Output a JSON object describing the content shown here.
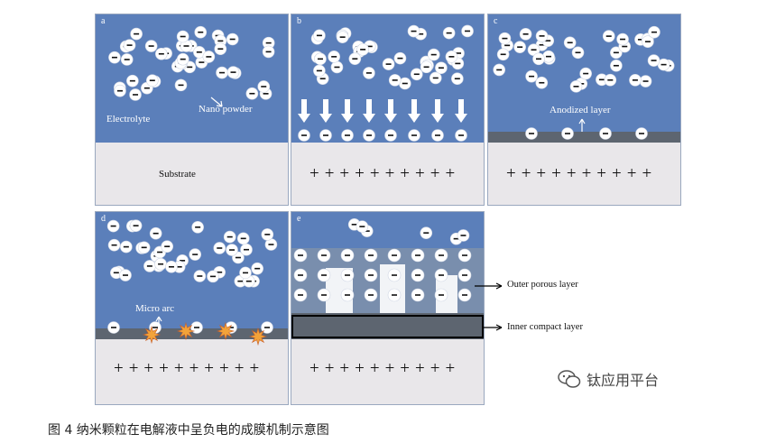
{
  "panels": {
    "a": {
      "label": "a",
      "electrolyte": "Electrolyte",
      "nano_powder": "Nano powder",
      "substrate": "Substrate"
    },
    "b": {
      "label": "b",
      "charges": "++++++++++"
    },
    "c": {
      "label": "c",
      "anodized_layer": "Anodized layer",
      "charges": "++++++++++"
    },
    "d": {
      "label": "d",
      "micro_arc": "Micro arc",
      "charges": "++++++++++"
    },
    "e": {
      "label": "e",
      "charges": "++++++++++"
    }
  },
  "callouts": {
    "outer_porous_layer": "Outer porous layer",
    "inner_compact_layer": "Inner compact layer"
  },
  "caption": "图 4 纳米颗粒在电解液中呈负电的成膜机制示意图",
  "watermark": "钛应用平台",
  "icons": [
    "arrow-down-icon",
    "spark-icon",
    "wechat-icon"
  ],
  "colors": {
    "electrolyte": "#5b7fba",
    "substrate": "#e9e7ea",
    "oxide_layer": "#5d6570",
    "particle": "#ffffff"
  }
}
